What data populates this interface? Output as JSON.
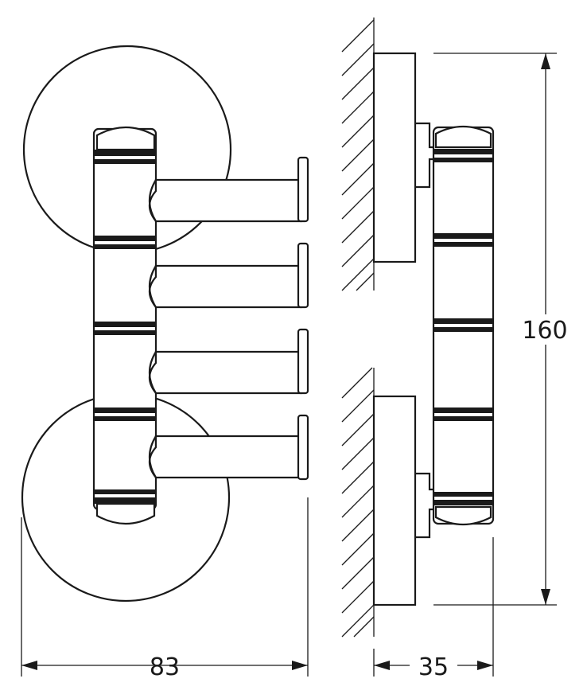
{
  "dimensions": {
    "width_label": "83",
    "depth_label": "35",
    "height_label": "160"
  },
  "colors": {
    "line": "#1a1a1a",
    "background": "#ffffff"
  },
  "views": [
    "front-view",
    "side-view"
  ]
}
